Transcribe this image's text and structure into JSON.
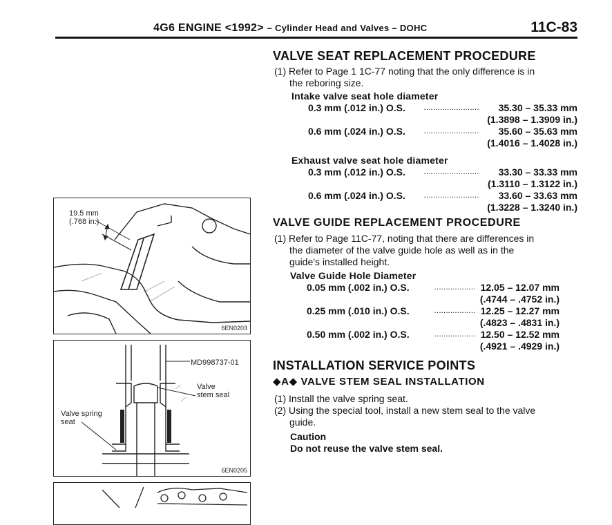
{
  "header": {
    "engine": "4G6 ENGINE <1992>",
    "section": "– Cylinder Head and Valves – DOHC",
    "page": "11C-83"
  },
  "figures": [
    {
      "labels": [
        "19.5 mm",
        "(.768 in.)"
      ],
      "code": "6EN0203"
    },
    {
      "labels": [
        "MD998737-01",
        "Valve",
        "stem seal",
        "Valve spring",
        "seat"
      ],
      "code": "6EN0205"
    }
  ],
  "seat": {
    "title": "VALVE SEAT REPLACEMENT PROCEDURE",
    "step1a": "(1) Refer to Page 1 1C-77 noting that the only difference is in",
    "step1b": "the reboring size.",
    "intake_head": "Intake valve seat hole diameter",
    "intake": [
      {
        "label": "0.3 mm (.012 in.) O.S.",
        "dots": "……………………",
        "mm": "35.30 – 35.33 mm",
        "in": "(1.3898 – 1.3909 in.)"
      },
      {
        "label": "0.6 mm (.024 in.) O.S.",
        "dots": "……………………",
        "mm": "35.60 – 35.63 mm",
        "in": "(1.4016 – 1.4028 in.)"
      }
    ],
    "exhaust_head": "Exhaust valve seat hole diameter",
    "exhaust": [
      {
        "label": "0.3 mm (.012 in.) O.S.",
        "dots": "……………………",
        "mm": "33.30 – 33.33 mm",
        "in": "(1.3110 – 1.3122 in.)"
      },
      {
        "label": "0.6 mm (.024 in.) O.S.",
        "dots": "……………………",
        "mm": "33.60 – 33.63 mm",
        "in": "(1.3228 – 1.3240 in.)"
      }
    ]
  },
  "guide": {
    "title": "VALVE GUIDE REPLACEMENT PROCEDURE",
    "step1a": "(1) Refer to Page 11C-77, noting that there are differences in",
    "step1b": "the diameter of the valve guide hole as well as in the",
    "step1c": "guide's installed height.",
    "head": "Valve Guide Hole Diameter",
    "rows": [
      {
        "label": "0.05 mm (.002 in.) O.S.",
        "dots": "………………",
        "mm": "12.05 – 12.07 mm",
        "in": "(.4744 – .4752 in.)"
      },
      {
        "label": "0.25 mm (.010 in.) O.S.",
        "dots": "………………",
        "mm": "12.25 – 12.27 mm",
        "in": "(.4823 – .4831 in.)"
      },
      {
        "label": "0.50 mm (.002 in.) O.S.",
        "dots": "………………",
        "mm": "12.50 – 12.52 mm",
        "in": "(.4921 – .4929 in.)"
      }
    ]
  },
  "install": {
    "title": "INSTALLATION SERVICE POINTS",
    "subtitle": "◆A◆ VALVE STEM SEAL INSTALLATION",
    "step1": "(1) Install the valve spring seat.",
    "step2a": "(2) Using the special tool, install a new stem seal to the valve",
    "step2b": "guide.",
    "caution_head": "Caution",
    "caution_text": "Do not reuse the valve stem seal."
  }
}
